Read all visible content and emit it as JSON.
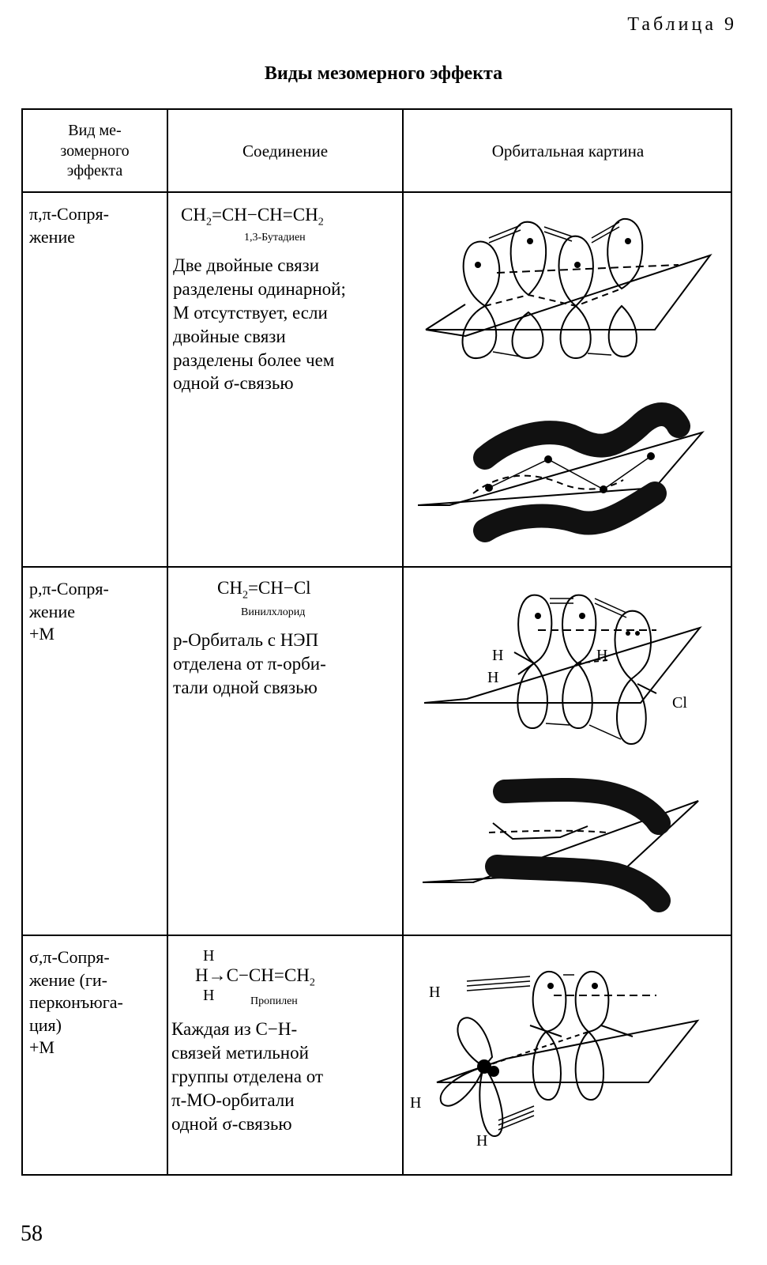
{
  "header": {
    "table_label": "Таблица 9",
    "title": "Виды мезомерного эффекта"
  },
  "columns": {
    "type": "Вид ме-\nзомерного\nэффекта",
    "compound": "Соединение",
    "orbital": "Орбитальная картина"
  },
  "rows": [
    {
      "effect": "π,π-Сопря-\nжение",
      "formula": {
        "c1": "CH",
        "s1": "2",
        "c2": "=CH−CH=CH",
        "s2": "2"
      },
      "name": "1,3-Бутадиен",
      "desc": "Две двойные связи\nразделены одинарной;\nМ отсутствует, если\nдвойные связи\nразделены более чем\nодной σ-связью"
    },
    {
      "effect": "p,π-Сопря-\nжение\n        +M",
      "formula": {
        "c1": "CH",
        "s1": "2",
        "c2": "=CH−Cl"
      },
      "name": "Винилхлорид",
      "desc": "p-Орбиталь с НЭП\nотделена от π-орби-\nтали одной связью",
      "labels": {
        "h1": "H",
        "h2": "H",
        "h3": "H",
        "cl": "Cl"
      }
    },
    {
      "effect": "σ,π-Сопря-\nжение (ги-\nперконъюга-\nция)\n        +M",
      "formula": {
        "h_top": "H",
        "h_mid": "H",
        "h_bot": "H",
        "c1": "C−CH=CH",
        "s1": "2"
      },
      "name": "Пропилен",
      "desc": "Каждая из С−Н-\nсвязей метильной\nгруппы отделена от\nπ-МО-орбитали\nодной σ-связью",
      "labels": {
        "h1": "H",
        "h2": "H",
        "h3": "H"
      }
    }
  ],
  "footer": {
    "page_number": "58"
  }
}
